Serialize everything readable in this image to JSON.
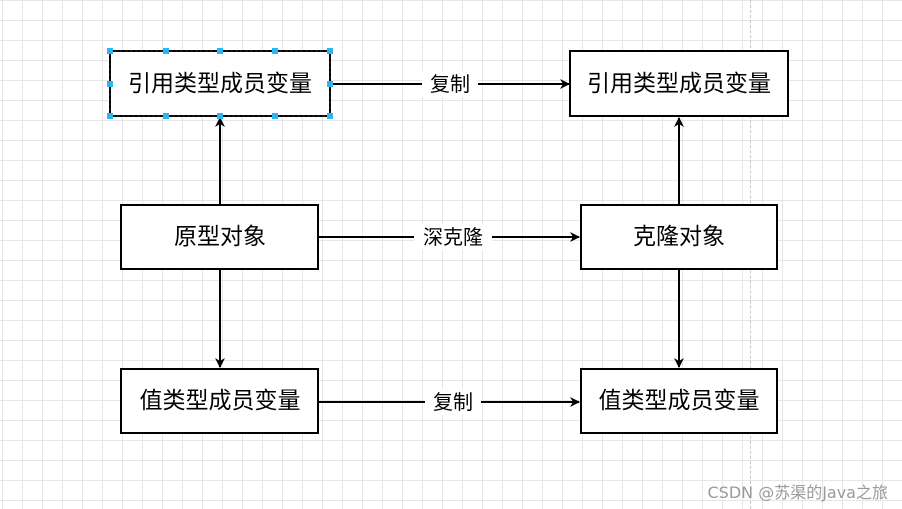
{
  "nodes": {
    "ref_member_left": "引用类型成员变量",
    "ref_member_right": "引用类型成员变量",
    "prototype": "原型对象",
    "clone": "克隆对象",
    "value_member_left": "值类型成员变量",
    "value_member_right": "值类型成员变量"
  },
  "edges": {
    "ref_copy": "复制",
    "deep_clone": "深克隆",
    "value_copy": "复制"
  },
  "watermark": "CSDN @苏渠的Java之旅",
  "colors": {
    "stroke": "#000000",
    "selection_handle": "#29b6f2",
    "grid": "#e6e6e6"
  }
}
